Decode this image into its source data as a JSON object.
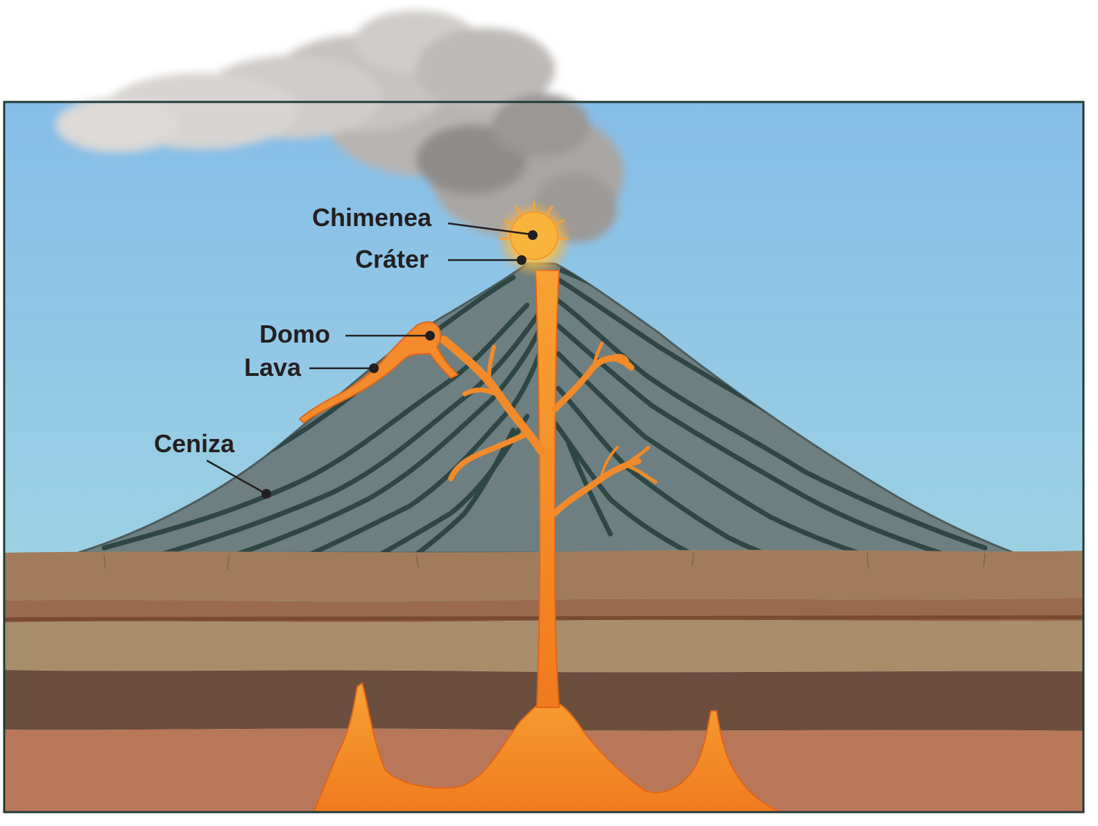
{
  "diagram": {
    "labels": {
      "chimenea": "Chimenea",
      "crater": "Cráter",
      "domo": "Domo",
      "lava": "Lava",
      "ceniza": "Ceniza"
    }
  }
}
